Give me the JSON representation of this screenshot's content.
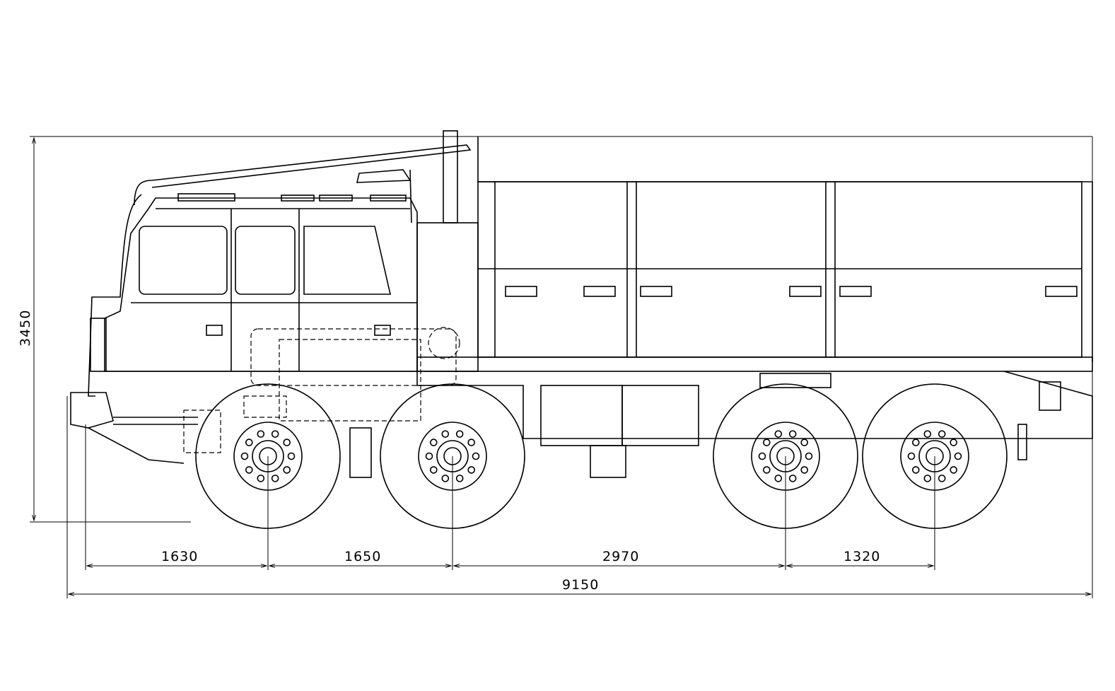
{
  "drawing": {
    "height_dimension": "3450",
    "dimensions": {
      "front_overhang": "1630",
      "axle_1_2": "1650",
      "axle_2_3": "2970",
      "axle_3_4": "1320",
      "overall_length": "9150"
    },
    "line_color": "#000000",
    "background": "#ffffff"
  }
}
